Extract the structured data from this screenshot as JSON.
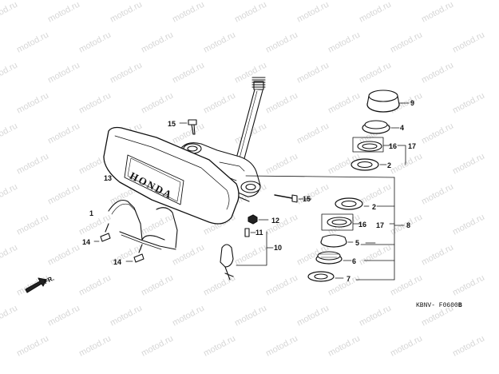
{
  "watermark": "motod.ru",
  "figure_code": "KBNV- F0600",
  "figure_code_suffix": "B",
  "direction_label": "FR.",
  "emblem_text": "HONDA",
  "parts": [
    {
      "id": "p1",
      "label": "1"
    },
    {
      "id": "p2a",
      "label": "2"
    },
    {
      "id": "p2b",
      "label": "2"
    },
    {
      "id": "p4",
      "label": "4"
    },
    {
      "id": "p5",
      "label": "5"
    },
    {
      "id": "p6",
      "label": "6"
    },
    {
      "id": "p7",
      "label": "7"
    },
    {
      "id": "p8",
      "label": "8"
    },
    {
      "id": "p9",
      "label": "9"
    },
    {
      "id": "p10",
      "label": "10"
    },
    {
      "id": "p11",
      "label": "11"
    },
    {
      "id": "p12",
      "label": "12"
    },
    {
      "id": "p13",
      "label": "13"
    },
    {
      "id": "p14a",
      "label": "14"
    },
    {
      "id": "p14b",
      "label": "14"
    },
    {
      "id": "p15a",
      "label": "15"
    },
    {
      "id": "p15b",
      "label": "15"
    },
    {
      "id": "p16a",
      "label": "16"
    },
    {
      "id": "p16b",
      "label": "16"
    },
    {
      "id": "p17a",
      "label": "17"
    },
    {
      "id": "p17b",
      "label": "17"
    }
  ]
}
